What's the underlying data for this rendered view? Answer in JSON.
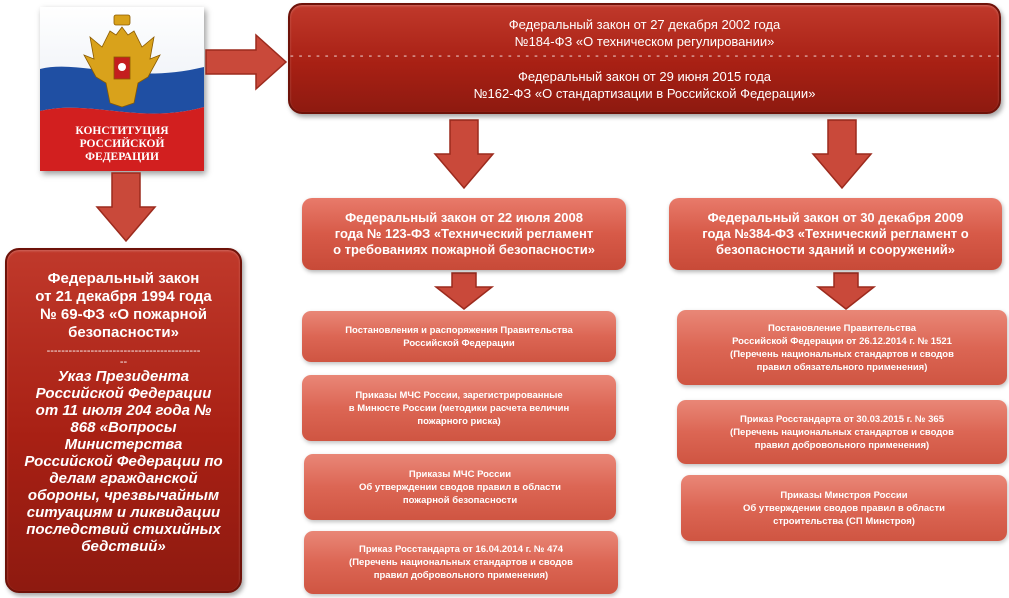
{
  "emblem": {
    "title_lines": [
      "КОНСТИТУЦИЯ",
      "РОССИЙСКОЙ",
      "ФЕДЕРАЦИИ"
    ],
    "flag_colors": [
      "#ffffff",
      "#1f4fa3",
      "#d21f1f"
    ]
  },
  "top_box": {
    "lines": [
      "Федеральный закон от 27 декабря 2002 года",
      "№184-ФЗ «О техническом регулировании»",
      "Федеральный закон от 29 июня 2015 года",
      "№162-ФЗ «О стандартизации в Российской Федерации»"
    ]
  },
  "left_box": {
    "law_lines": [
      "Федеральный закон",
      "от 21 декабря 1994 года",
      "№ 69-ФЗ «О пожарной",
      "безопасности»"
    ],
    "separator": "------------------------------------------",
    "separator_tail": "--",
    "decree_lines": [
      "Указ Президента",
      "Российской Федерации",
      "от 11 июля 204 года №",
      "868 «Вопросы",
      "Министерства",
      "Российской Федерации по",
      "делам гражданской",
      "обороны, чрезвычайным",
      "ситуациям и ликвидации",
      "последствий стихийных",
      "бедствий»"
    ]
  },
  "mid_left": {
    "lines": [
      "Федеральный закон от 22 июля 2008",
      "года № 123-ФЗ «Технический регламент",
      "о требованиях пожарной безопасности»"
    ]
  },
  "mid_right": {
    "lines": [
      "Федеральный закон от 30 декабря 2009",
      "года №384-ФЗ «Технический регламент о",
      "безопасности зданий и сооружений»"
    ]
  },
  "left_column": [
    {
      "lines": [
        "Постановления  и распоряжения  Правительства",
        "Российской  Федерации"
      ]
    },
    {
      "lines": [
        "Приказы МЧС России, зарегистрированные",
        "в Минюсте России (методики расчета величин",
        "пожарного риска)"
      ]
    },
    {
      "lines": [
        "Приказы МЧС России",
        "Об утверждении сводов правил в области",
        "пожарной безопасности"
      ]
    },
    {
      "lines": [
        "Приказ Росстандарта  от 16.04.2014 г. № 474",
        "(Перечень национальных  стандартов и сводов",
        "правил добровольного применения)"
      ]
    }
  ],
  "right_column": [
    {
      "lines": [
        "Постановление  Правительства",
        "Российской  Федерации от 26.12.2014 г. № 1521",
        "(Перечень национальных  стандартов и сводов",
        "правил обязательного применения)"
      ]
    },
    {
      "lines": [
        "Приказ Росстандарта от 30.03.2015 г. № 365",
        "(Перечень национальных  стандартов и сводов",
        "правил добровольного  применения)"
      ]
    },
    {
      "lines": [
        "Приказы Минстроя России",
        "Об утверждении сводов правил в области",
        "строительства  (СП Минстроя)"
      ]
    }
  ]
}
